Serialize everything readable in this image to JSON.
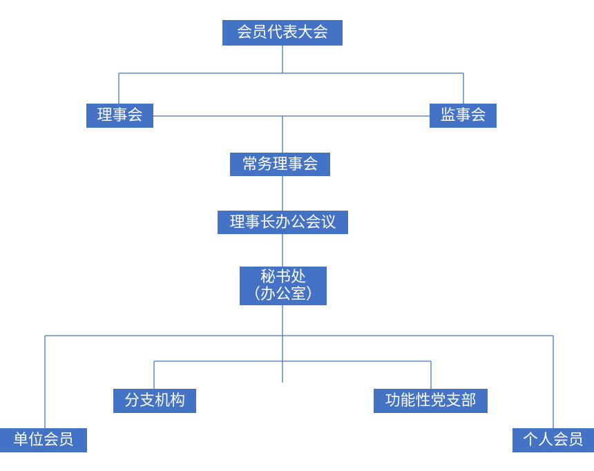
{
  "diagram": {
    "nodes": {
      "assembly": "会员代表大会",
      "council": "理事会",
      "supervisors": "监事会",
      "standing_council": "常务理事会",
      "chair_meeting": "理事长办公会议",
      "secretariat_line1": "秘书处",
      "secretariat_line2": "（办公室）",
      "branches": "分支机构",
      "party_branch": "功能性党支部",
      "unit_members": "单位会员",
      "individual_members": "个人会员"
    },
    "colors": {
      "node_fill": "#4472C4",
      "node_text": "#ffffff",
      "connector": "#4472C4"
    }
  }
}
